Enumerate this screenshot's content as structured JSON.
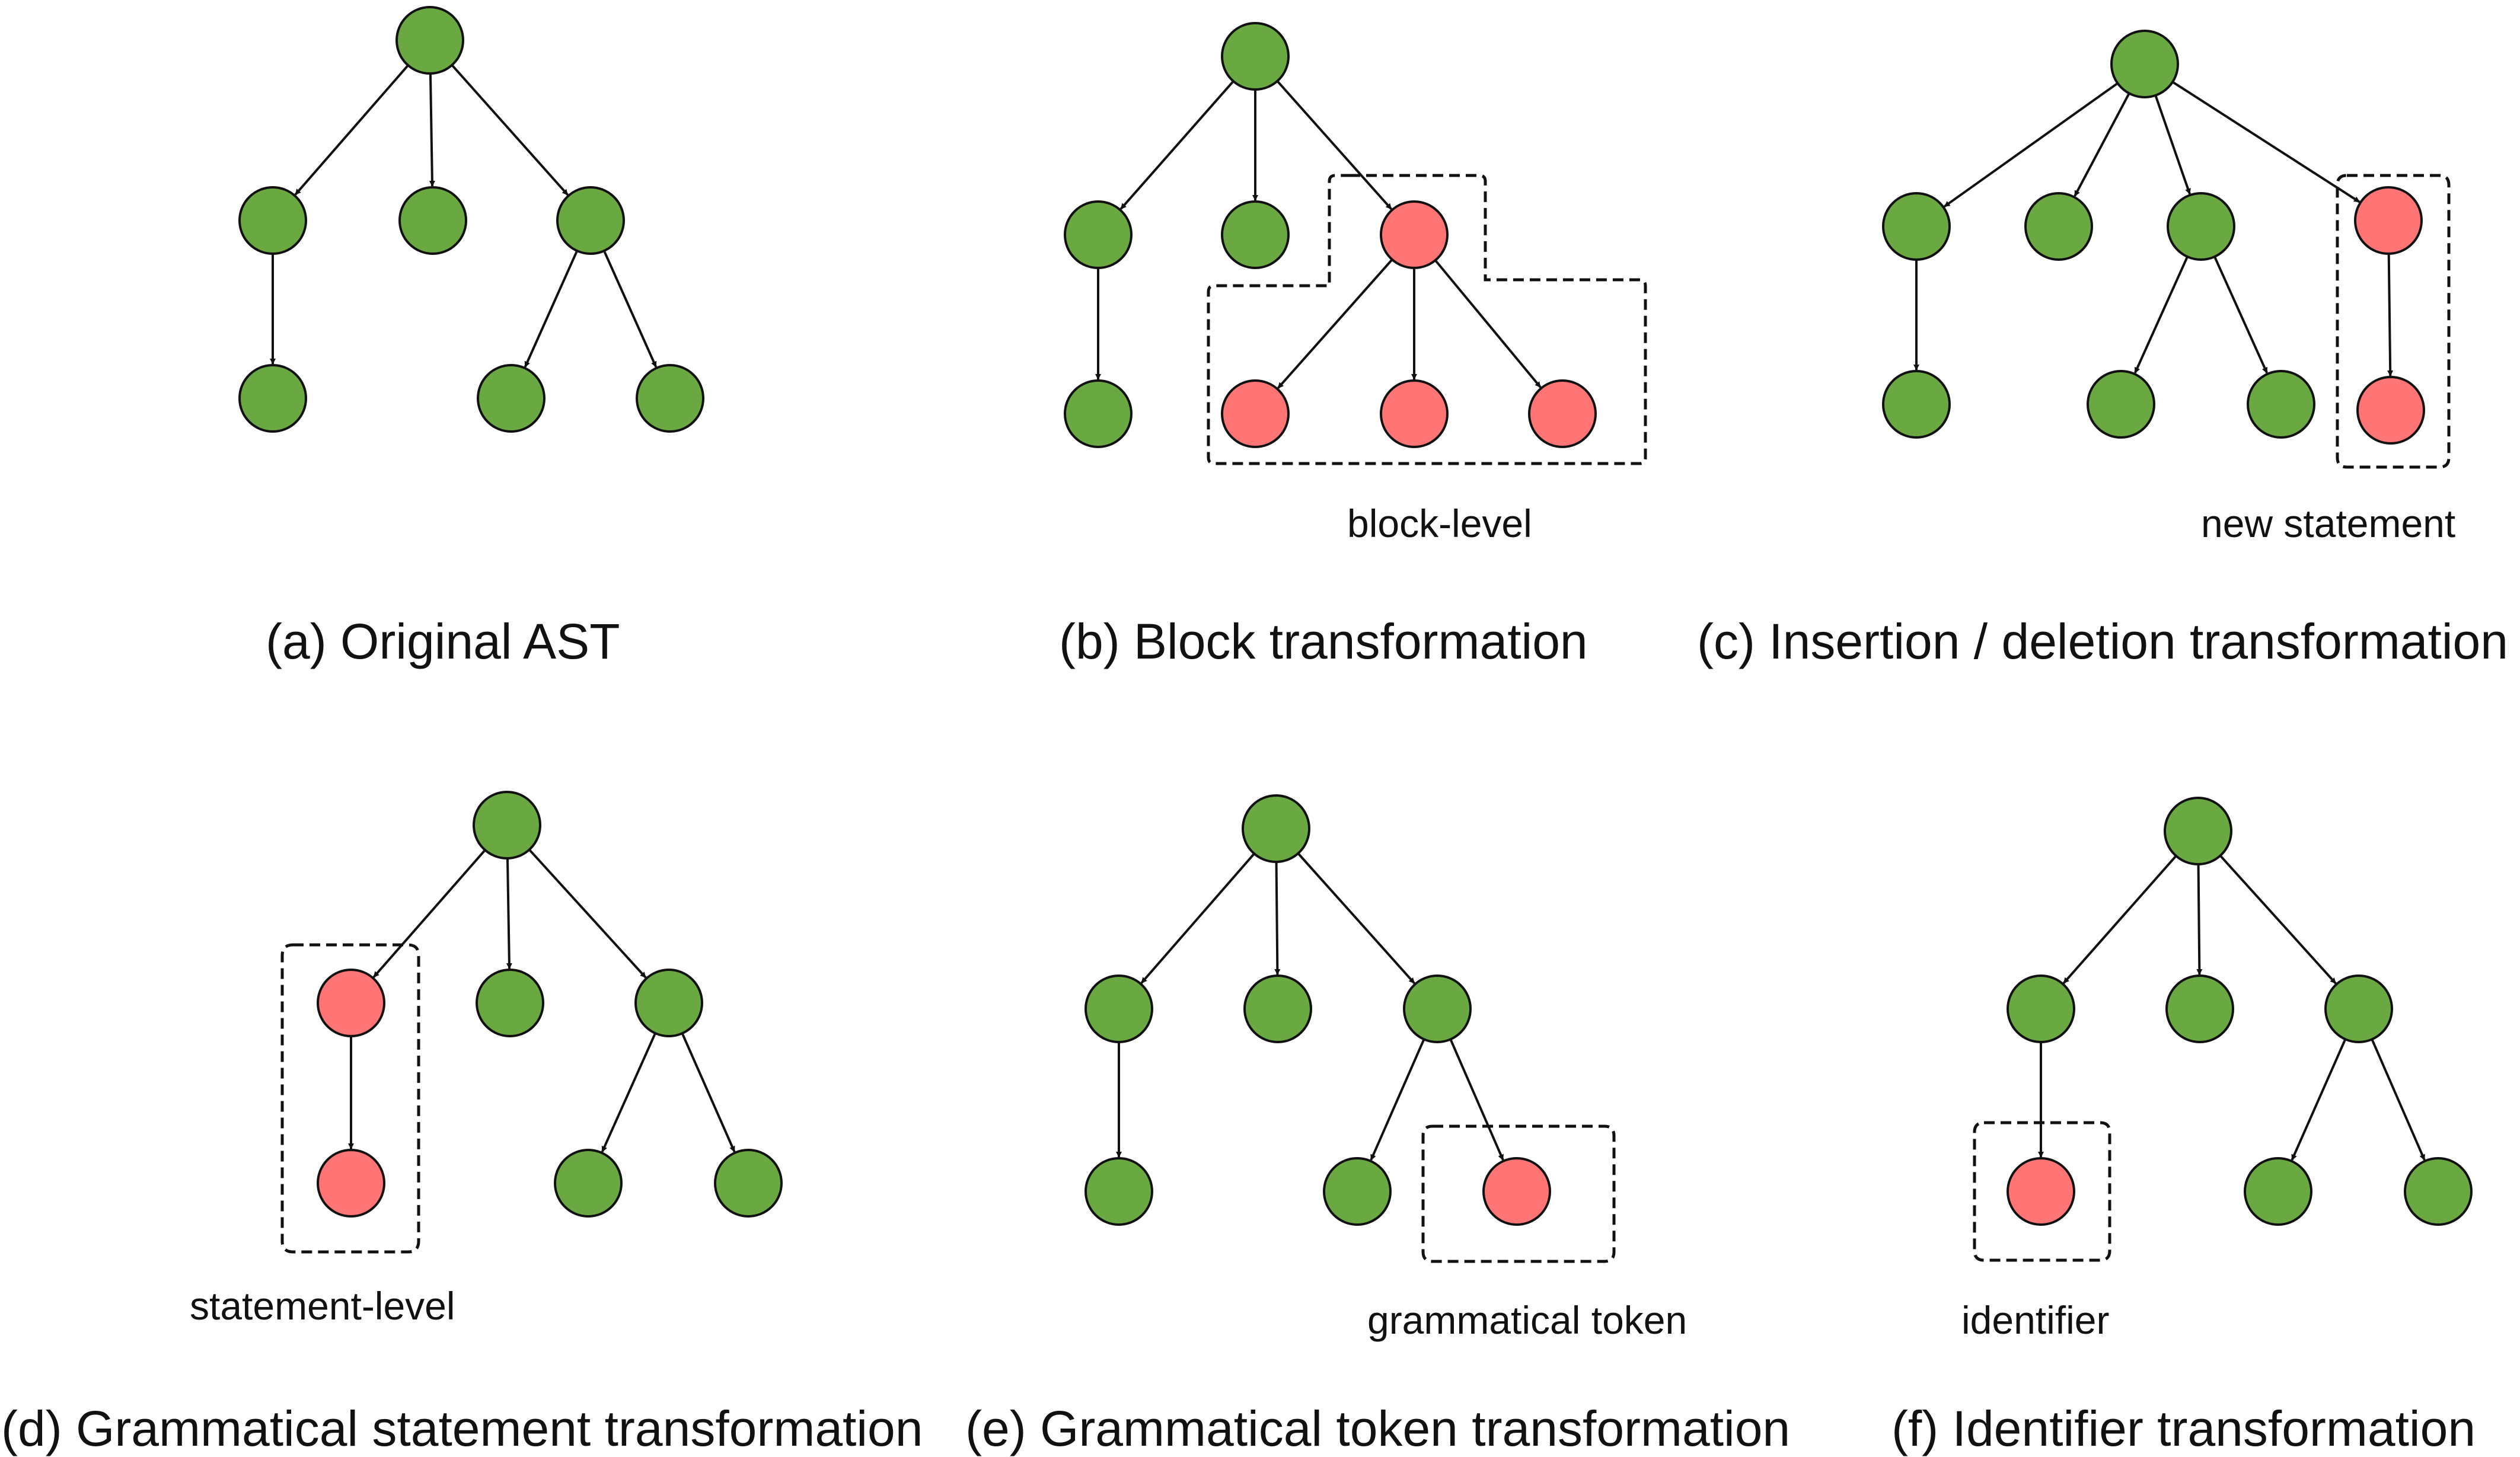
{
  "colors": {
    "original_node": "#6aa842",
    "transformed_node": "#ff7475",
    "node_stroke": "#111111",
    "edge": "#111111",
    "box": "#111111"
  },
  "panels": [
    {
      "id": "a",
      "caption": "(a) Original AST",
      "annotation": "",
      "nodes": [
        "green",
        "green",
        "green",
        "green",
        "green",
        "green",
        "green"
      ]
    },
    {
      "id": "b",
      "caption": "(b) Block transformation",
      "annotation": "block-level",
      "nodes": [
        "green",
        "green",
        "green",
        "red",
        "green",
        "red",
        "red",
        "red"
      ]
    },
    {
      "id": "c",
      "caption": "(c) Insertion / deletion transformation",
      "annotation": "new statement",
      "nodes": [
        "green",
        "green",
        "green",
        "green",
        "red",
        "green",
        "green",
        "green",
        "red"
      ]
    },
    {
      "id": "d",
      "caption": "(d) Grammatical statement transformation",
      "annotation": "statement-level",
      "nodes": [
        "green",
        "red",
        "green",
        "green",
        "red",
        "green",
        "green"
      ]
    },
    {
      "id": "e",
      "caption": "(e) Grammatical token transformation",
      "annotation": "grammatical token",
      "nodes": [
        "green",
        "green",
        "green",
        "green",
        "green",
        "green",
        "red"
      ]
    },
    {
      "id": "f",
      "caption": "(f) Identifier transformation",
      "annotation": "identifier",
      "nodes": [
        "green",
        "green",
        "green",
        "green",
        "red",
        "green",
        "green"
      ]
    }
  ]
}
